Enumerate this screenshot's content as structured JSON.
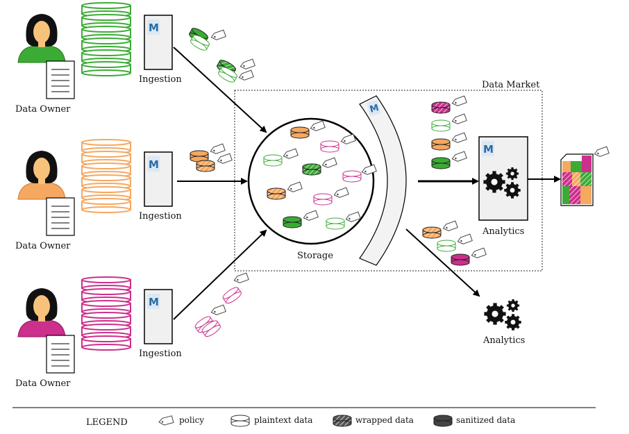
{
  "owners": [
    {
      "label": "Data Owner",
      "color": "#3cab35",
      "color_dark": "#1f7a1a"
    },
    {
      "label": "Data Owner",
      "color": "#f5a860",
      "color_dark": "#d07a2a"
    },
    {
      "label": "Data Owner",
      "color": "#cc2f8c",
      "color_dark": "#8f1560"
    }
  ],
  "ingestion_label": "Ingestion",
  "storage_label": "Storage",
  "market_label": "Data Market",
  "analytics_inside_label": "Analytics",
  "analytics_outside_label": "Analytics",
  "legend": {
    "title": "LEGEND",
    "policy": "policy",
    "plaintext": "plaintext data",
    "wrapped": "wrapped data",
    "sanitized": "sanitized data"
  }
}
